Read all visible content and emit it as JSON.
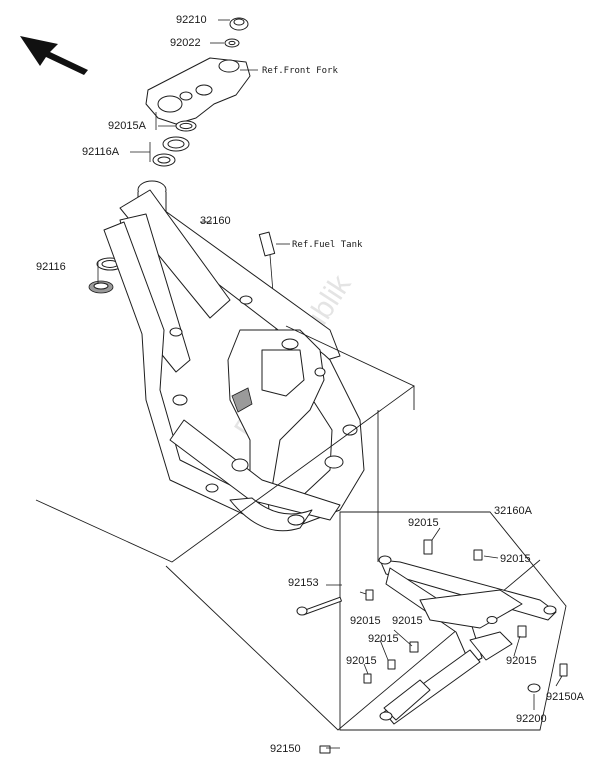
{
  "watermark": "PartsRepublik",
  "parts": {
    "p92210": "92210",
    "p92022": "92022",
    "p92015A": "92015A",
    "p92116A": "92116A",
    "p92116": "92116",
    "p32160": "32160",
    "p32160A": "32160A",
    "p92153": "92153",
    "p92015_a": "92015",
    "p92015_b": "92015",
    "p92015_c": "92015",
    "p92015_d": "92015",
    "p92015_e": "92015",
    "p92015_f": "92015",
    "p92015_g": "92015",
    "p92200": "92200",
    "p92150A": "92150A",
    "p92150": "92150"
  },
  "refs": {
    "front_fork": "Ref.Front Fork",
    "fuel_tank": "Ref.Fuel Tank"
  },
  "icons": {
    "orientation": "direction-arrow-icon"
  }
}
